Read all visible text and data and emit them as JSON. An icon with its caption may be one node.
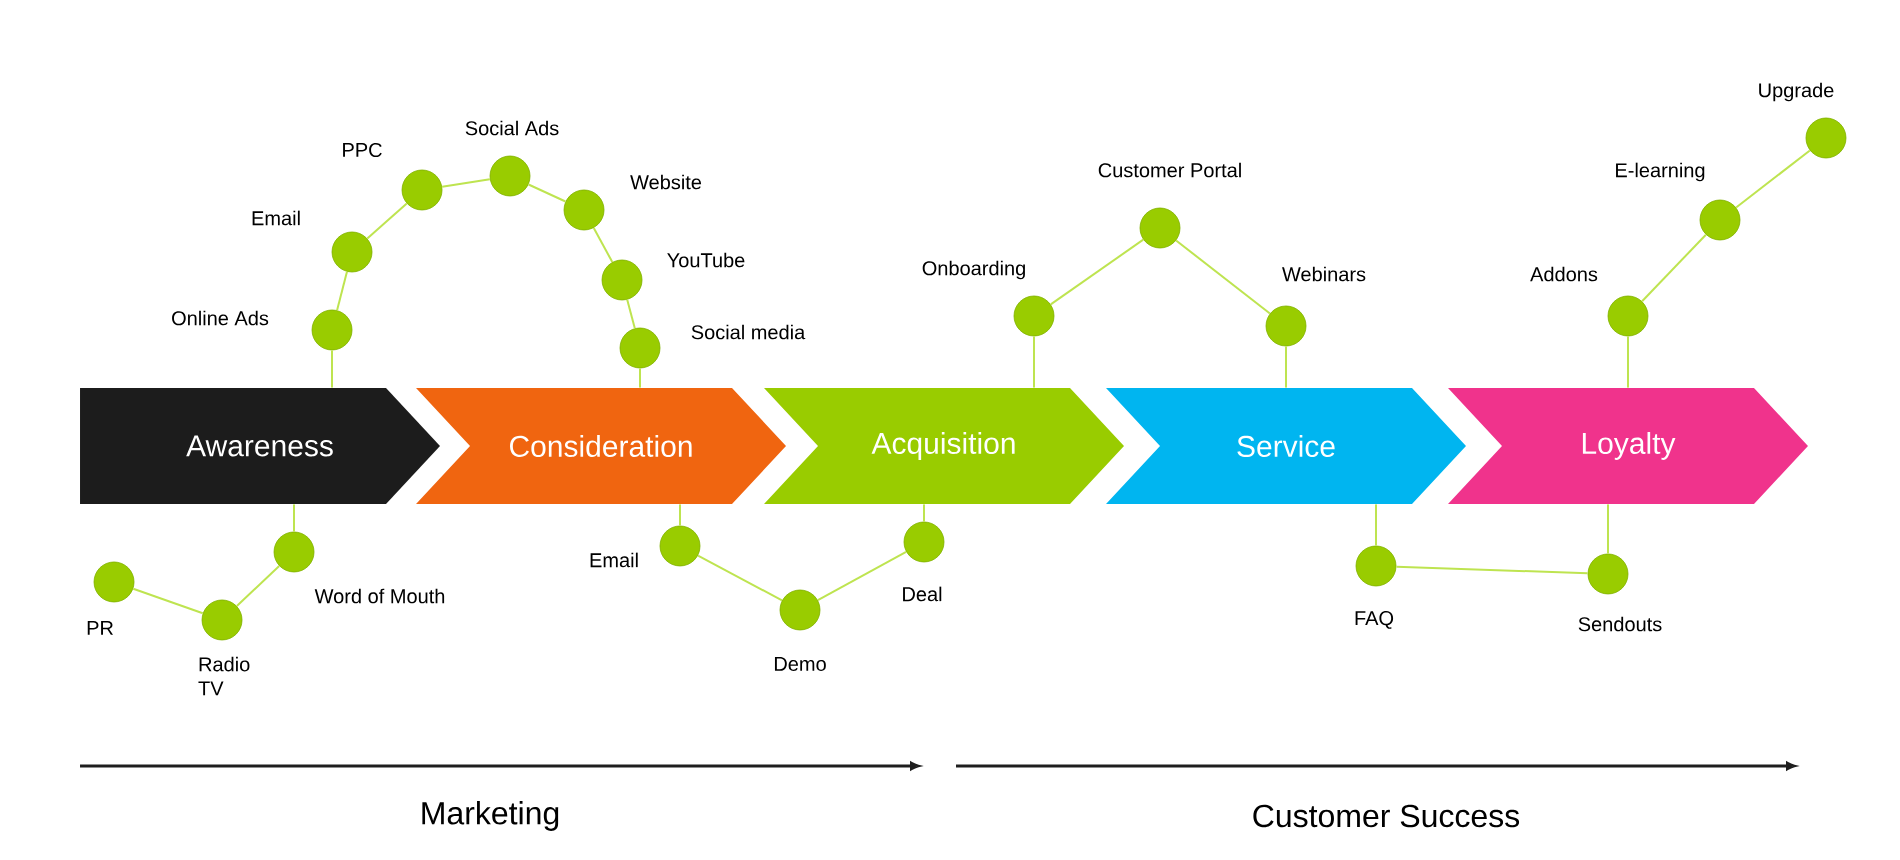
{
  "diagram": {
    "nodes": [
      {
        "text": [
          "Awareness"
        ]
      },
      {
        "text": [
          "Consideration"
        ]
      },
      {
        "text": [
          "Acquisition"
        ]
      },
      {
        "text": [
          "Service"
        ]
      },
      {
        "text": [
          "Loyalty"
        ]
      },
      {
        "text": [],
        "shape": "circle",
        "beside": [
          "PR"
        ]
      },
      {
        "text": [],
        "shape": "circle",
        "beside": [
          "Radio TV"
        ]
      },
      {
        "text": [],
        "shape": "circle",
        "beside": [
          "Word of Mouth"
        ]
      },
      {
        "text": [],
        "shape": "circle",
        "beside": [
          "Online Ads"
        ]
      },
      {
        "text": [],
        "shape": "circle",
        "beside": [
          "Email"
        ]
      },
      {
        "text": [],
        "shape": "circle",
        "beside": [
          "PPC"
        ]
      },
      {
        "text": [],
        "shape": "circle",
        "beside": [
          "Social Ads"
        ]
      },
      {
        "text": [],
        "shape": "circle",
        "beside": [
          "Website"
        ]
      },
      {
        "text": [],
        "shape": "circle",
        "beside": [
          "YouTube"
        ]
      },
      {
        "text": [],
        "shape": "circle",
        "beside": [
          "Social media"
        ]
      },
      {
        "text": [],
        "shape": "circle",
        "beside": [
          "Email"
        ]
      },
      {
        "text": [],
        "shape": "circle",
        "beside": [
          "Demo"
        ]
      },
      {
        "text": [],
        "shape": "circle",
        "beside": [
          "Deal"
        ]
      },
      {
        "text": [],
        "shape": "circle",
        "beside": [
          "Onboarding"
        ]
      },
      {
        "text": [],
        "shape": "circle",
        "beside": [
          "Customer Portal"
        ]
      },
      {
        "text": [],
        "shape": "circle",
        "beside": [
          "Webinars"
        ]
      },
      {
        "text": [],
        "shape": "circle",
        "beside": [
          "FAQ"
        ]
      },
      {
        "text": [],
        "shape": "circle",
        "beside": [
          "Sendouts"
        ]
      },
      {
        "text": [],
        "shape": "circle",
        "beside": [
          "Addons"
        ]
      },
      {
        "text": [],
        "shape": "circle",
        "beside": [
          "E-learning"
        ]
      },
      {
        "text": [],
        "shape": "circle",
        "beside": [
          "Upgrade"
        ]
      }
    ],
    "edges": [
      {
        "from": 5,
        "to": 6,
        "arrow": "none"
      },
      {
        "from": 6,
        "to": 7,
        "arrow": "none"
      },
      {
        "from": 7,
        "to": 0,
        "arrow": "none"
      },
      {
        "from": 0,
        "to": 8,
        "arrow": "none"
      },
      {
        "from": 8,
        "to": 9,
        "arrow": "none"
      },
      {
        "from": 9,
        "to": 10,
        "arrow": "none"
      },
      {
        "from": 10,
        "to": 11,
        "arrow": "none"
      },
      {
        "from": 11,
        "to": 12,
        "arrow": "none"
      },
      {
        "from": 12,
        "to": 13,
        "arrow": "none"
      },
      {
        "from": 13,
        "to": 14,
        "arrow": "none"
      },
      {
        "from": 14,
        "to": 1,
        "arrow": "none"
      },
      {
        "from": 1,
        "to": 15,
        "arrow": "none"
      },
      {
        "from": 15,
        "to": 16,
        "arrow": "none"
      },
      {
        "from": 16,
        "to": 17,
        "arrow": "none"
      },
      {
        "from": 17,
        "to": 2,
        "arrow": "none"
      },
      {
        "from": 2,
        "to": 18,
        "arrow": "none"
      },
      {
        "from": 18,
        "to": 19,
        "arrow": "none"
      },
      {
        "from": 19,
        "to": 20,
        "arrow": "none"
      },
      {
        "from": 20,
        "to": 3,
        "arrow": "none"
      },
      {
        "from": 3,
        "to": 21,
        "arrow": "none"
      },
      {
        "from": 21,
        "to": 22,
        "arrow": "none"
      },
      {
        "from": 22,
        "to": 4,
        "arrow": "none"
      },
      {
        "from": 4,
        "to": 23,
        "arrow": "none"
      },
      {
        "from": 23,
        "to": 24,
        "arrow": "none"
      },
      {
        "from": 24,
        "to": 25,
        "arrow": "none"
      }
    ],
    "labels": [
      "Marketing",
      "Customer Success"
    ]
  }
}
